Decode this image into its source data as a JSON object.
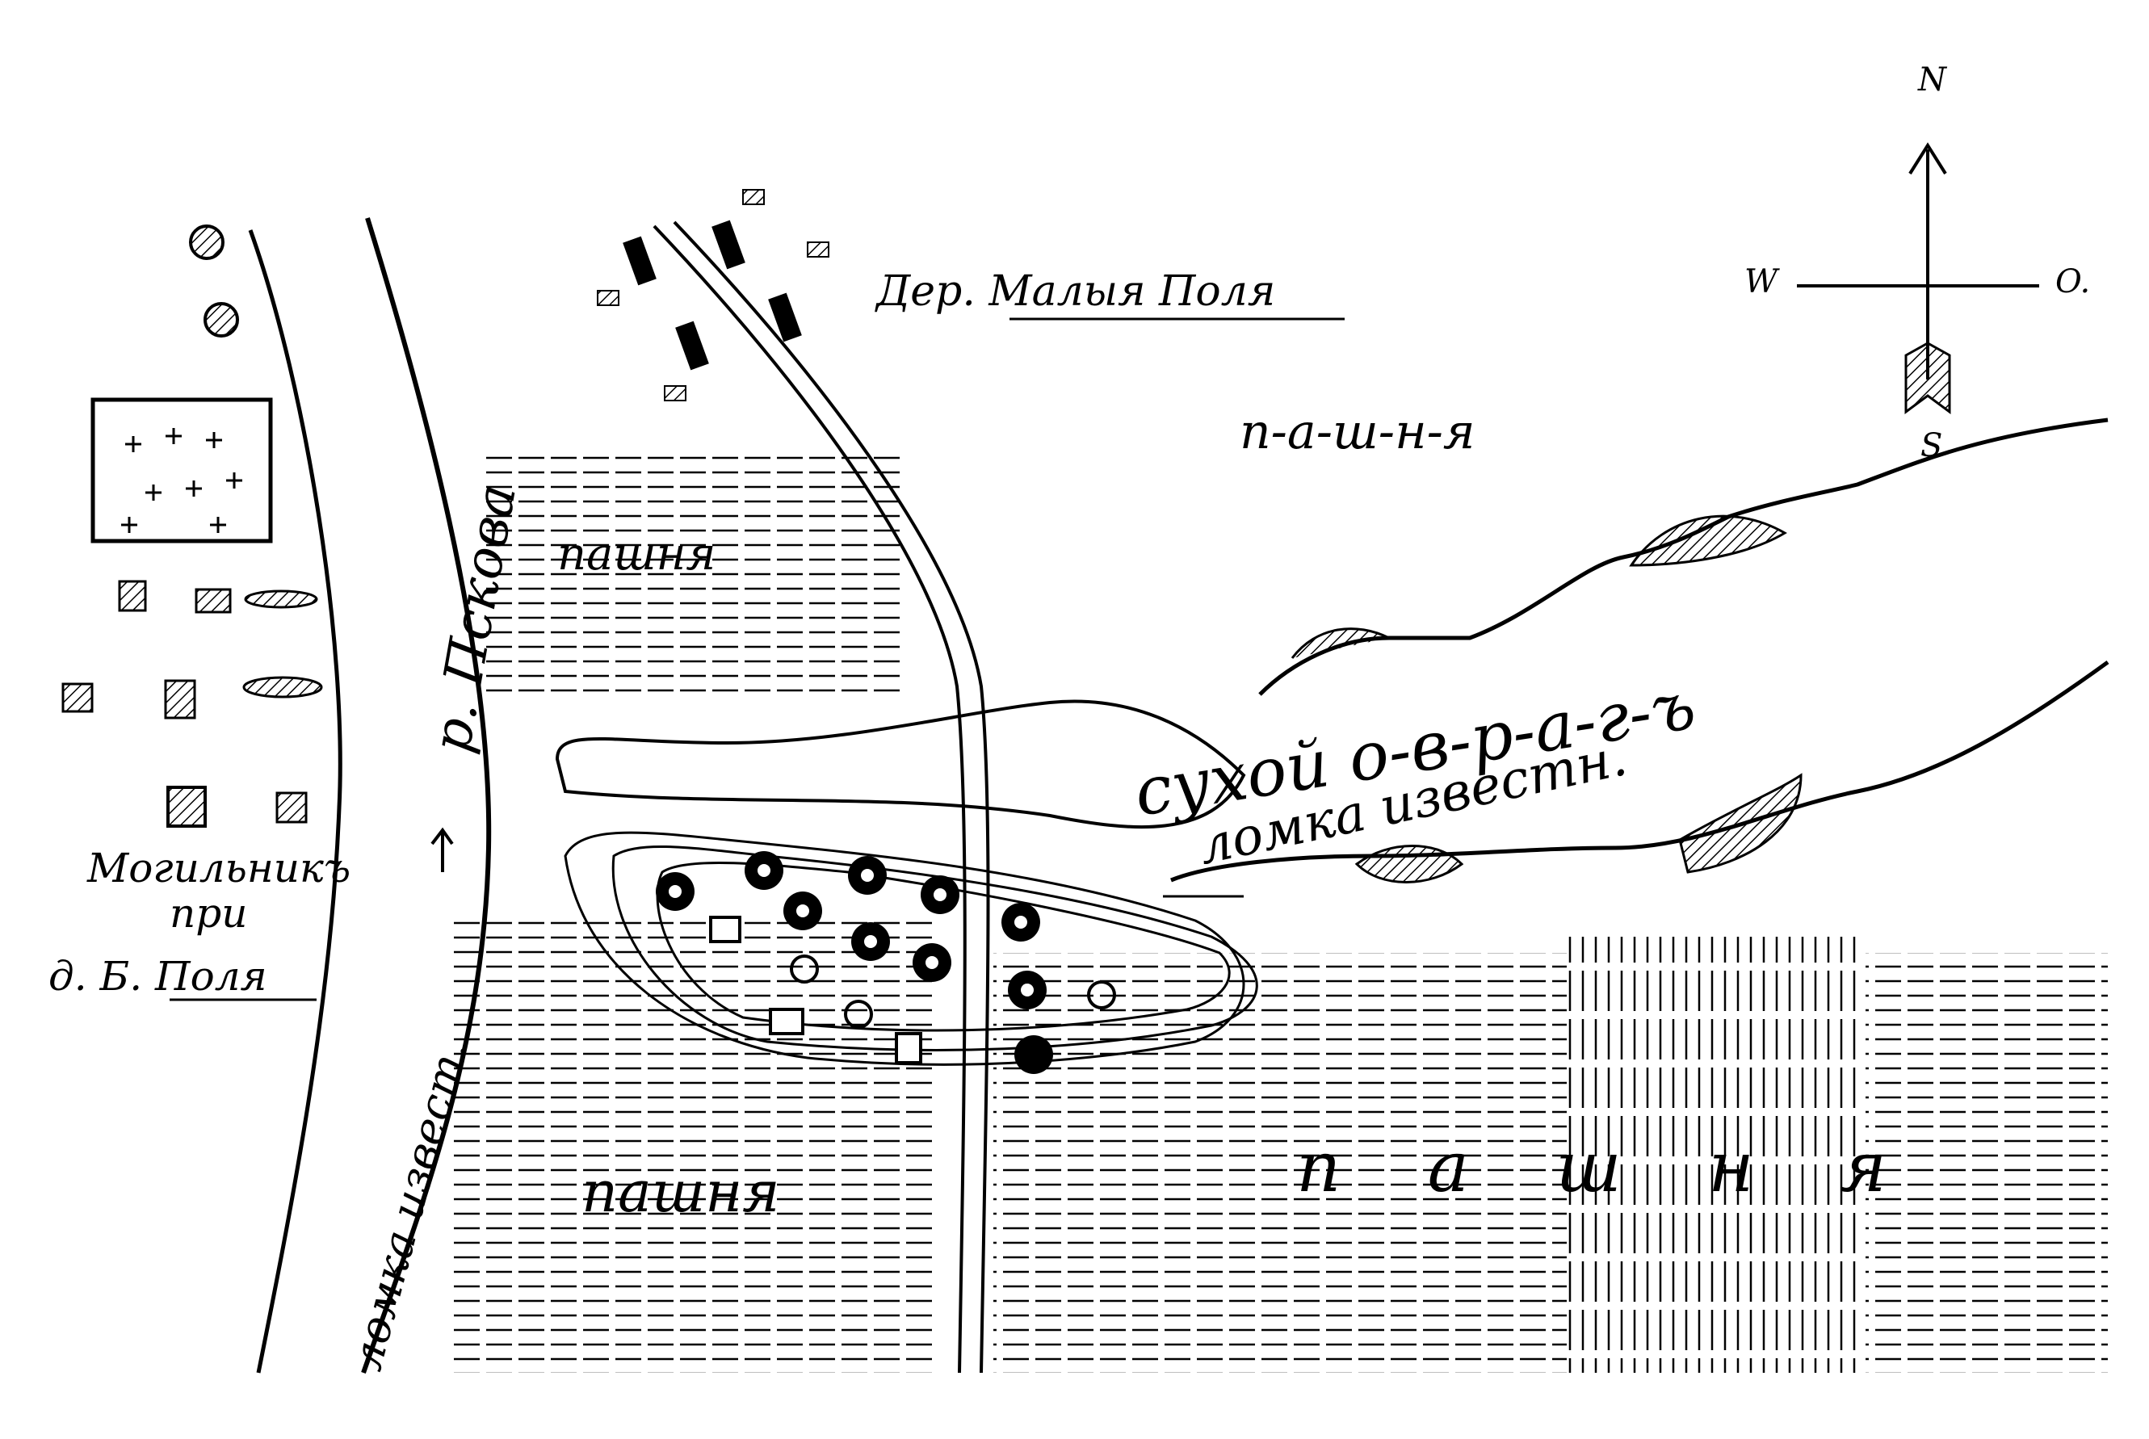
{
  "map": {
    "river_label": "р. Пскова",
    "village_label": "Дер. Малыя Поля",
    "cemetery_label_line1": "Могильникъ",
    "cemetery_label_line2": "при",
    "cemetery_label_line3": "д. Б. Поля",
    "plowland_labels": [
      "пашня",
      "пашня",
      "п-а-ш-н-я",
      "п а ш н я"
    ],
    "ravine_label": "сухой о-в-р-а-г-ъ",
    "limestone_quarry_label": "ломка известн.",
    "limestone_quarry_left_label": "ломка извест.",
    "compass": {
      "north": "N",
      "south": "S",
      "west": "W",
      "east": "O."
    }
  },
  "colors": {
    "ink": "#000000",
    "paper": "#ffffff"
  }
}
